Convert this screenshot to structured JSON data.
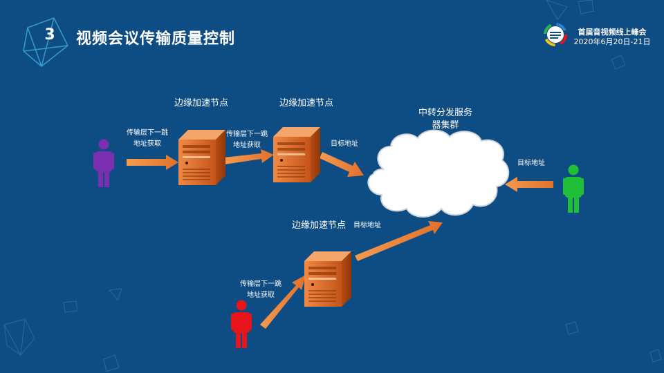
{
  "header": {
    "section_number": "3",
    "title": "视频会议传输质量控制",
    "event_name": "首届音视频线上峰会",
    "event_date": "2020年6月20日-21日"
  },
  "diagram": {
    "edge_node_1": {
      "label": "边缘加速节点"
    },
    "edge_node_2": {
      "label": "边缘加速节点"
    },
    "edge_node_3": {
      "label": "边缘加速节点"
    },
    "relay_cluster": {
      "label": "中转分发服务器集群"
    },
    "arrow_labels": {
      "purple_to_node1": "传输层下一跳地址获取",
      "node1_to_node2": "传输层下一跳地址获取",
      "node2_to_cloud": "目标地址",
      "green_to_cloud": "目标地址",
      "node3_to_cloud": "目标地址",
      "red_to_node3": "传输层下一跳地址获取"
    },
    "users": [
      {
        "name": "purple-user",
        "color": "#7a2fb0"
      },
      {
        "name": "green-user",
        "color": "#1fbf3a"
      },
      {
        "name": "red-user",
        "color": "#e8141b"
      }
    ],
    "arrow_color": "#ee8a3c",
    "server_color": "#e2702a"
  }
}
